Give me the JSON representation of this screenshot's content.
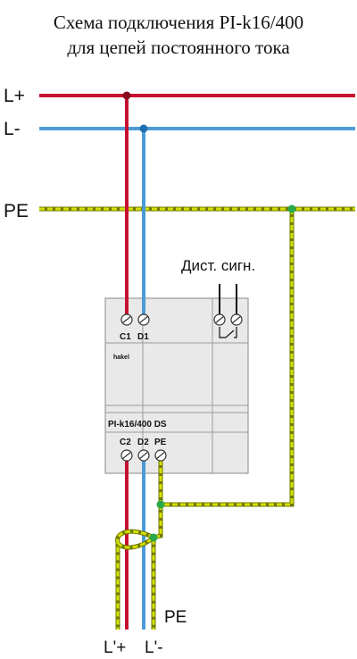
{
  "title": {
    "line1": "Схема подключения PI-k16/400",
    "line2": "для цепей постоянного тока"
  },
  "lines": {
    "l_plus": "L+",
    "l_minus": "L-",
    "pe": "PE"
  },
  "signal_label": "Дист. сигн.",
  "device": {
    "model": "PI-k16/400 DS",
    "brand": "hakel",
    "top_terminals": [
      "C1",
      "D1"
    ],
    "bottom_terminals": [
      "C2",
      "D2",
      "PE"
    ]
  },
  "outputs": {
    "pe": "PE",
    "l_plus": "L'+",
    "l_minus": "L'-"
  },
  "colors": {
    "l_plus": "#c8102e",
    "l_minus": "#4a9bd8",
    "pe": "#d4e000",
    "node": "#2aa84a",
    "device_body": "#e9e9e9"
  }
}
